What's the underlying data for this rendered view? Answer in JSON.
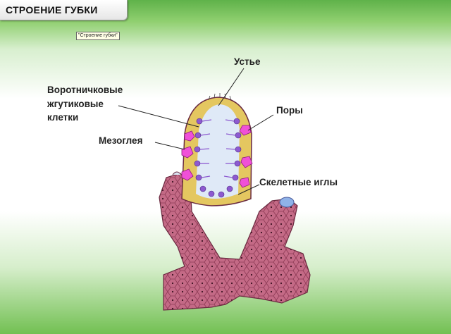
{
  "header": {
    "title": "СТРОЕНИЕ ГУБКИ"
  },
  "tooltip": {
    "text": "\"Строение губки\""
  },
  "labels": {
    "ustye": "Устье",
    "collar_line1": "Воротничковые",
    "collar_line2": "жгутиковые",
    "collar_line3": "клетки",
    "mesoglea": "Мезоглея",
    "pores": "Поры",
    "spicules": "Скелетные иглы"
  },
  "colors": {
    "body_pink": "#c46a86",
    "cavity": "#dfe9f7",
    "mesoglea_yellow": "#e4c760",
    "pore_magenta": "#f050d8",
    "collar_violet": "#8d5ad0",
    "osculum_blue": "#8fb2e8"
  }
}
